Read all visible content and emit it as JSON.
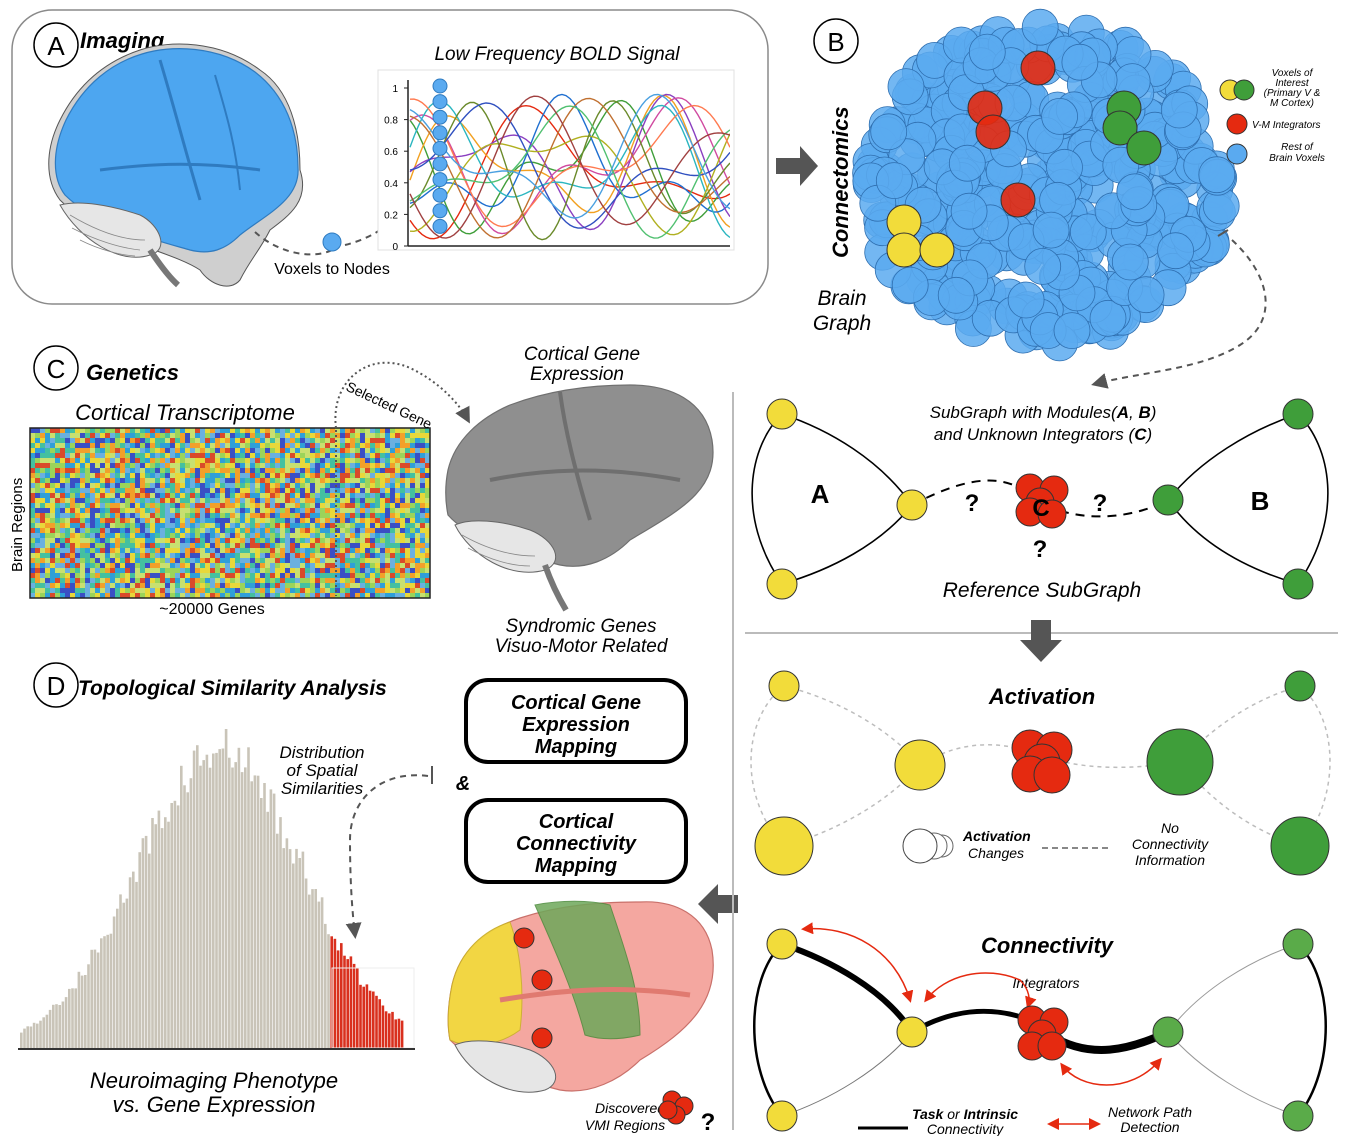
{
  "colors": {
    "brain_blue": "#4da6f0",
    "node_blue": "#5aaaf0",
    "yellow": "#f2dc3a",
    "green": "#3f9e3a",
    "red": "#e52a10",
    "gray_brain": "#8f8f8f",
    "hist_bar": "#c9c4b8",
    "hist_tail": "#d9301e",
    "arrow_gray": "#555555"
  },
  "panelA": {
    "letter": "A",
    "title": "Imaging",
    "signal_title": "Low Frequency BOLD Signal",
    "y_ticks": [
      "1",
      "0.8",
      "0.6",
      "0.4",
      "0.2",
      "0"
    ],
    "voxel_label": "Voxels to Nodes"
  },
  "panelB": {
    "letter": "B",
    "title": "Connectomics",
    "graph_label_1": "Brain",
    "graph_label_2": "Graph",
    "legend": [
      {
        "label_lines": [
          "Voxels of",
          "Interest",
          "(Primary V &",
          "M Cortex)"
        ],
        "icon": "yellow-green-node-icon"
      },
      {
        "label_lines": [
          "V-M Integrators"
        ],
        "icon": "red-node-icon"
      },
      {
        "label_lines": [
          "Rest of",
          "Brain Voxels"
        ],
        "icon": "blue-node-icon"
      }
    ]
  },
  "panelC": {
    "letter": "C",
    "title": "Genetics",
    "transcriptome_title": "Cortical Transcriptome",
    "y_label": "Brain Regions",
    "x_label": "~20000 Genes",
    "selected_gene": "Selected Gene",
    "brain_title_1": "Cortical Gene",
    "brain_title_2": "Expression",
    "syndromic_1": "Syndromic Genes",
    "syndromic_2": "Visuo-Motor Related"
  },
  "panelD": {
    "letter": "D",
    "title": "Topological Similarity Analysis",
    "distribution_1": "Distribution",
    "distribution_2": "of Spatial",
    "distribution_3": "Similarities",
    "box1": [
      "Cortical Gene",
      "Expression",
      "Mapping"
    ],
    "ampersand": "&",
    "box2": [
      "Cortical",
      "Connectivity",
      "Mapping"
    ],
    "caption_1": "Neuroimaging Phenotype",
    "caption_2": "vs. Gene Expression",
    "discovered_1": "Discovered",
    "discovered_2": "VMI Regions",
    "question": "?"
  },
  "subgraph": {
    "title_1": "SubGraph with Modules(A, B)",
    "title_2": "and Unknown Integrators (C)",
    "module_a": "A",
    "module_b": "B",
    "integrator": "C",
    "question": "?",
    "caption": "Reference SubGraph"
  },
  "activation": {
    "title": "Activation",
    "legend_bold": "Activation",
    "legend_rest": "Changes",
    "no_conn_1": "No",
    "no_conn_2": "Connectivity",
    "no_conn_3": "Information"
  },
  "connectivity": {
    "title": "Connectivity",
    "integrators": "Integrators",
    "legend_task": "Task",
    "legend_or": " or ",
    "legend_intrinsic": "Intrinsic",
    "legend_conn": "Connectivity",
    "network_1": "Network Path",
    "network_2": "Detection"
  }
}
